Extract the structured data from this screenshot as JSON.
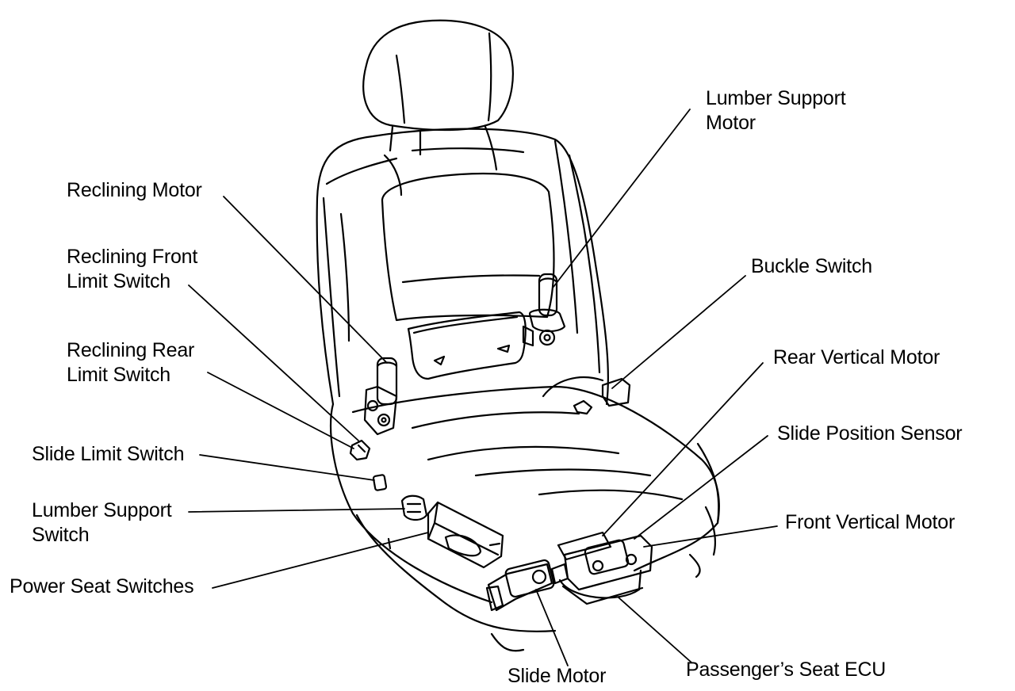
{
  "diagram": {
    "labels": {
      "lumber_support_motor": [
        "Lumber Support",
        "Motor"
      ],
      "reclining_motor": [
        "Reclining Motor"
      ],
      "reclining_front_limit_switch": [
        "Reclining Front",
        "Limit Switch"
      ],
      "buckle_switch": [
        "Buckle Switch"
      ],
      "reclining_rear_limit_switch": [
        "Reclining Rear",
        "Limit Switch"
      ],
      "rear_vertical_motor": [
        "Rear Vertical Motor"
      ],
      "slide_position_sensor": [
        "Slide Position Sensor"
      ],
      "slide_limit_switch": [
        "Slide Limit Switch"
      ],
      "lumber_support_switch": [
        "Lumber Support",
        "Switch"
      ],
      "front_vertical_motor": [
        "Front Vertical Motor"
      ],
      "power_seat_switches": [
        "Power Seat Switches"
      ],
      "slide_motor": [
        "Slide Motor"
      ],
      "passengers_seat_ecu": [
        "Passenger’s Seat ECU"
      ]
    },
    "colors": {
      "ink": "#000000",
      "background": "#ffffff"
    }
  }
}
